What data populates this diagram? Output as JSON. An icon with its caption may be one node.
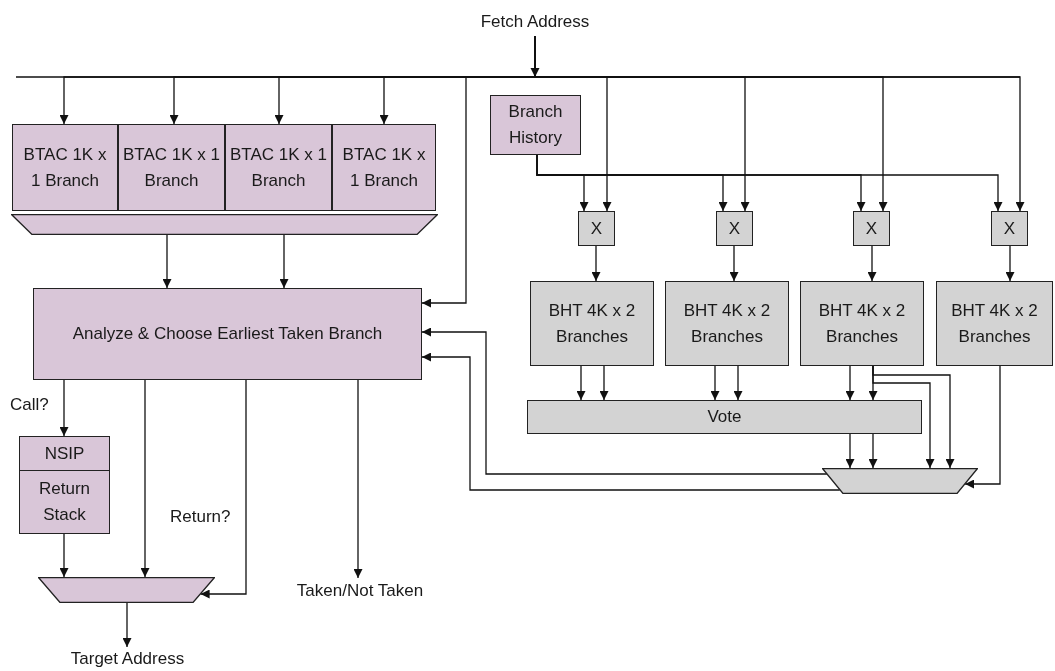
{
  "diagram": {
    "nodes": [
      {
        "text": [
          "Fetch Address"
        ]
      },
      {
        "text": [
          "BTAC 1K x 1 Branch"
        ]
      },
      {
        "text": [
          "BTAC 1K x 1 Branch"
        ]
      },
      {
        "text": [
          "BTAC 1K x 1 Branch"
        ]
      },
      {
        "text": [
          "BTAC 1K x 1 Branch"
        ]
      },
      {
        "text": [],
        "shape": "trapezoid"
      },
      {
        "text": [
          "Branch History"
        ]
      },
      {
        "text": [
          "X"
        ]
      },
      {
        "text": [
          "X"
        ]
      },
      {
        "text": [
          "X"
        ]
      },
      {
        "text": [
          "X"
        ]
      },
      {
        "text": [
          "BHT 4K x 2 Branches"
        ]
      },
      {
        "text": [
          "BHT 4K x 2 Branches"
        ]
      },
      {
        "text": [
          "BHT 4K x 2 Branches"
        ]
      },
      {
        "text": [
          "BHT 4K x 2 Branches"
        ]
      },
      {
        "text": [
          "Analyze & Choose Earliest Taken Branch"
        ]
      },
      {
        "text": [
          "Vote"
        ]
      },
      {
        "text": [],
        "shape": "trapezoid"
      },
      {
        "text": [
          "NSIP",
          "Return Stack"
        ]
      },
      {
        "text": [],
        "shape": "trapezoid"
      },
      {
        "text": [
          "Taken/Not Taken"
        ]
      },
      {
        "text": [
          "Target Address"
        ]
      }
    ],
    "edges": [
      {
        "from": 0,
        "to": 1,
        "arrow": "to"
      },
      {
        "from": 0,
        "to": 2,
        "arrow": "to"
      },
      {
        "from": 0,
        "to": 3,
        "arrow": "to"
      },
      {
        "from": 0,
        "to": 4,
        "arrow": "to"
      },
      {
        "from": 0,
        "to": 15,
        "arrow": "to"
      },
      {
        "from": 0,
        "to": 7,
        "arrow": "to"
      },
      {
        "from": 0,
        "to": 8,
        "arrow": "to"
      },
      {
        "from": 0,
        "to": 9,
        "arrow": "to"
      },
      {
        "from": 0,
        "to": 10,
        "arrow": "to"
      },
      {
        "from": 6,
        "to": 7,
        "arrow": "to"
      },
      {
        "from": 6,
        "to": 8,
        "arrow": "to"
      },
      {
        "from": 6,
        "to": 9,
        "arrow": "to"
      },
      {
        "from": 6,
        "to": 10,
        "arrow": "to"
      },
      {
        "from": 5,
        "to": 15,
        "arrow": "to"
      },
      {
        "from": 5,
        "to": 15,
        "arrow": "to"
      },
      {
        "from": 7,
        "to": 11,
        "arrow": "to"
      },
      {
        "from": 8,
        "to": 12,
        "arrow": "to"
      },
      {
        "from": 9,
        "to": 13,
        "arrow": "to"
      },
      {
        "from": 10,
        "to": 14,
        "arrow": "to"
      },
      {
        "from": 11,
        "to": 16,
        "arrow": "to"
      },
      {
        "from": 11,
        "to": 16,
        "arrow": "to"
      },
      {
        "from": 12,
        "to": 16,
        "arrow": "to"
      },
      {
        "from": 12,
        "to": 16,
        "arrow": "to"
      },
      {
        "from": 13,
        "to": 16,
        "arrow": "to"
      },
      {
        "from": 13,
        "to": 16,
        "arrow": "to"
      },
      {
        "from": 13,
        "to": 17,
        "arrow": "to"
      },
      {
        "from": 13,
        "to": 17,
        "arrow": "to"
      },
      {
        "from": 14,
        "to": 17,
        "arrow": "to"
      },
      {
        "from": 16,
        "to": 17,
        "arrow": "to"
      },
      {
        "from": 16,
        "to": 17,
        "arrow": "to"
      },
      {
        "from": 17,
        "to": 15,
        "arrow": "to"
      },
      {
        "from": 17,
        "to": 15,
        "arrow": "to"
      },
      {
        "from": 15,
        "to": 18,
        "arrow": "to",
        "label": "Call?"
      },
      {
        "from": 15,
        "to": 19,
        "arrow": "to"
      },
      {
        "from": 15,
        "to": 19,
        "arrow": "to",
        "label": "Return?"
      },
      {
        "from": 15,
        "to": 20,
        "arrow": "to"
      },
      {
        "from": 18,
        "to": 19,
        "arrow": "to"
      },
      {
        "from": 19,
        "to": 21,
        "arrow": "to"
      }
    ]
  }
}
